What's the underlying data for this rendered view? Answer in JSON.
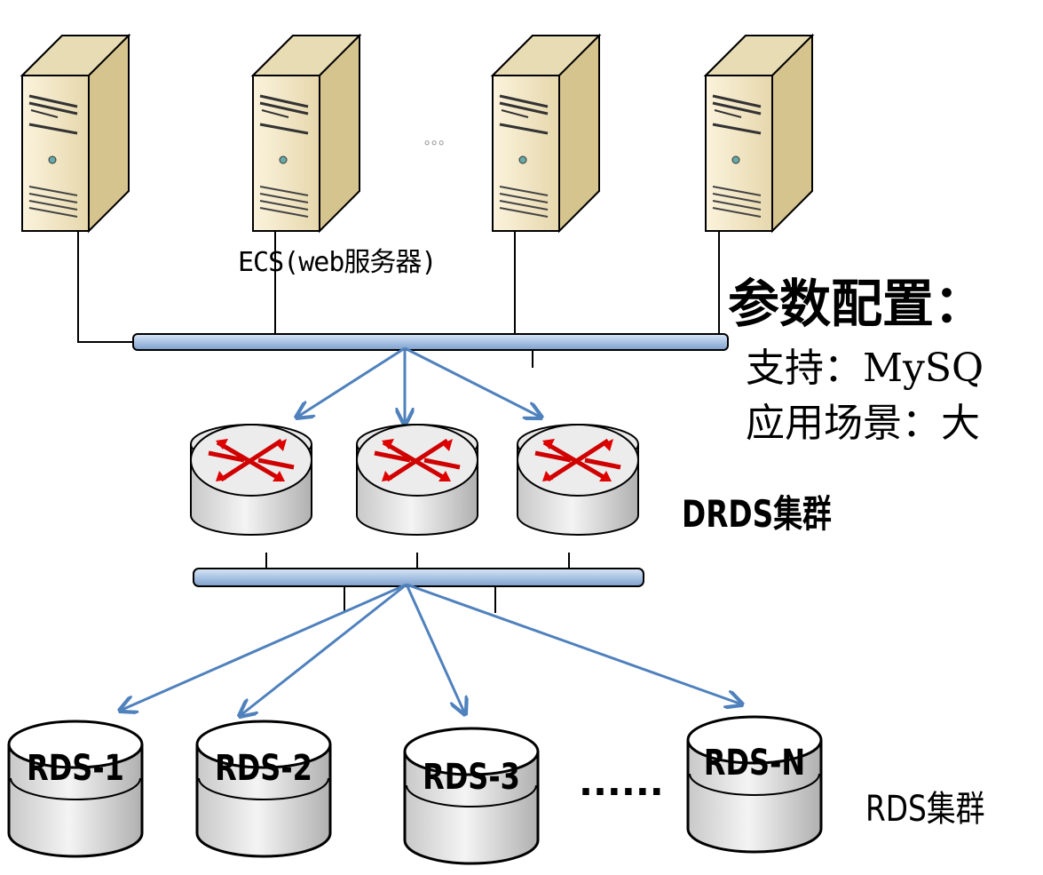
{
  "ecs": {
    "label": "ECS(web服务器)",
    "ellipsis": "。。。"
  },
  "drds": {
    "label": "DRDS集群"
  },
  "rds": {
    "label": "RDS集群",
    "nodes": [
      "RDS-1",
      "RDS-2",
      "RDS-3",
      "RDS-N"
    ],
    "ellipsis": "......"
  },
  "side_text": {
    "title": "参数配置：",
    "support": "支持：MySQ",
    "scenario": "应用场景：大"
  },
  "colors": {
    "arrow": "#4f81bd",
    "bus_fill": "#c6d9f0",
    "server_body": "#f2e8c8",
    "router_arrow": "#e00000"
  }
}
